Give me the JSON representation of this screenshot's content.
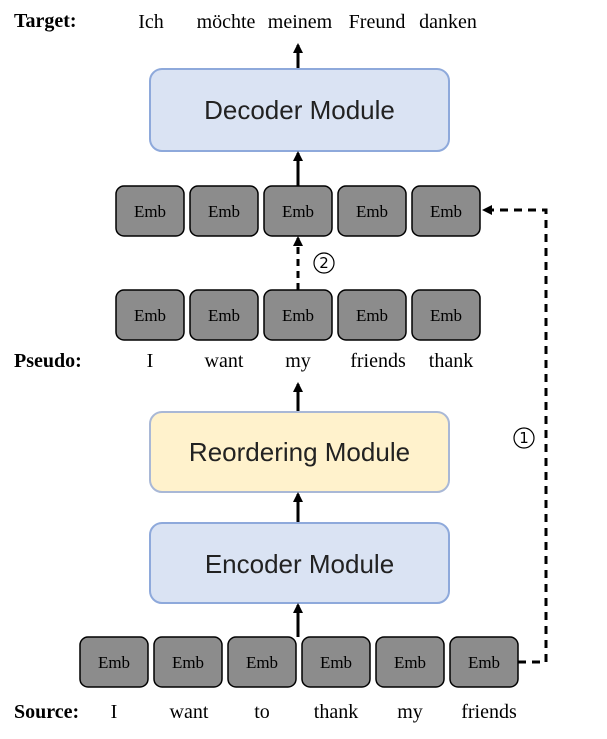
{
  "labels": {
    "target": "Target:",
    "pseudo": "Pseudo:",
    "source": "Source:"
  },
  "target_words": [
    "Ich",
    "möchte",
    "meinem",
    "Freund",
    "danken"
  ],
  "pseudo_words": [
    "I",
    "want",
    "my",
    "friends",
    "thank"
  ],
  "source_words": [
    "I",
    "want",
    "to",
    "thank",
    "my",
    "friends"
  ],
  "modules": {
    "decoder": "Decoder Module",
    "reordering": "Reordering Module",
    "encoder": "Encoder Module"
  },
  "emb_label": "Emb",
  "step_markers": {
    "one": "①",
    "two": "②"
  },
  "colors": {
    "emb_fill": "#8c8c8c",
    "encoder_decoder_fill": "#dae3f3",
    "encoder_decoder_stroke": "#8ea9db",
    "reordering_fill": "#fff2cc",
    "reordering_stroke": "#a9b8d6"
  }
}
